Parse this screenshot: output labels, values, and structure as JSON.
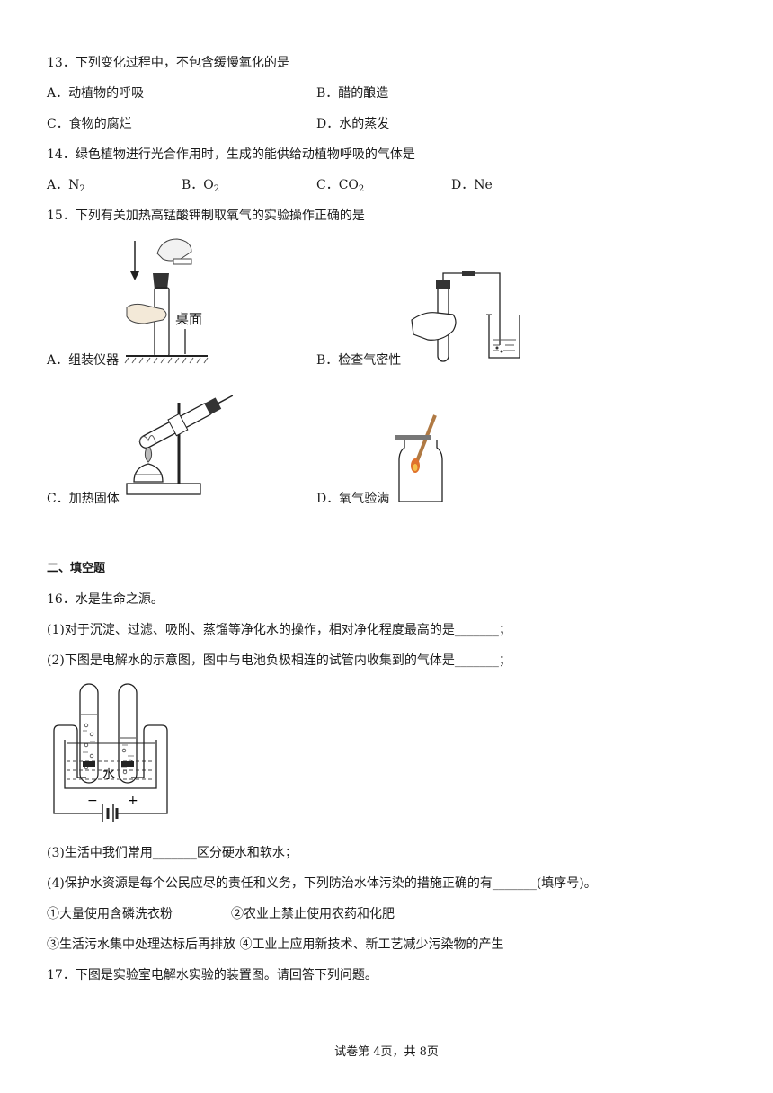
{
  "q13": {
    "stem": "13．下列变化过程中，不包含缓慢氧化的是",
    "options": [
      "A．动植物的呼吸",
      "B．醋的酿造",
      "C．食物的腐烂",
      "D．水的蒸发"
    ]
  },
  "q14": {
    "stem": "14．绿色植物进行光合作用时，生成的能供给动植物呼吸的气体是",
    "options": [
      {
        "prefix": "A．N",
        "sub": "2"
      },
      {
        "prefix": "B．O",
        "sub": "2"
      },
      {
        "prefix": "C．CO",
        "sub": "2"
      },
      {
        "prefix": "D．Ne",
        "sub": ""
      }
    ]
  },
  "q15": {
    "stem": "15．下列有关加热高锰酸钾制取氧气的实验操作正确的是",
    "options": [
      "A．组装仪器",
      "B．检查气密性",
      "C．加热固体",
      "D．氧气验满"
    ],
    "figA_label": "桌面"
  },
  "section2": {
    "title": "二、填空题"
  },
  "q16": {
    "stem": "16．水是生命之源。",
    "parts": [
      "(1)对于沉淀、过滤、吸附、蒸馏等净化水的操作，相对净化程度最高的是_______；",
      "(2)下图是电解水的示意图，图中与电池负极相连的试管内收集到的气体是_______；",
      "(3)生活中我们常用_______区分硬水和软水；",
      "(4)保护水资源是每个公民应尽的责任和义务，下列防治水体污染的措施正确的有_______(填序号)。"
    ],
    "choices_line1": [
      "①大量使用含磷洗衣粉",
      "②农业上禁止使用农药和化肥"
    ],
    "choices_line2": "③生活污水集中处理达标后再排放 ④工业上应用新技术、新工艺减少污染物的产生",
    "diagram": {
      "water_label": "水",
      "minus": "−",
      "plus": "+"
    }
  },
  "q17": {
    "stem": "17．下图是实验室电解水实验的装置图。请回答下列问题。"
  },
  "footer": {
    "page": "试卷第 4页，共 8页"
  }
}
